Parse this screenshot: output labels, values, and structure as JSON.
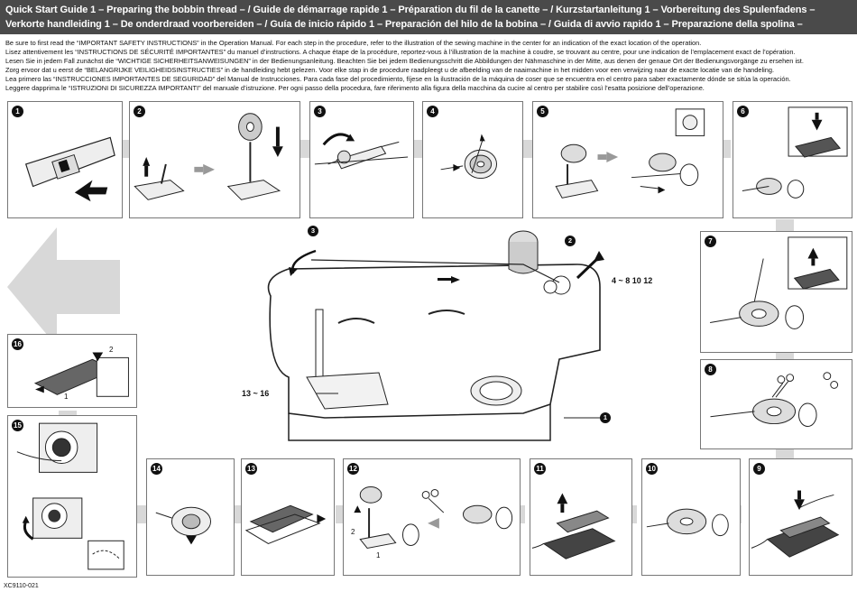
{
  "header": {
    "line1": "Quick Start Guide 1  – Preparing the bobbin thread – / Guide de démarrage rapide 1  – Préparation du fil de la canette – / Kurzstartanleitung 1  – Vorbereitung des Spulenfadens –",
    "line2": "Verkorte handleiding 1  – De onderdraad voorbereiden – / Guía de inicio rápido 1  – Preparación del hilo de la bobina – / Guida di avvio rapido 1  – Preparazione della spolina –"
  },
  "intro": [
    "Be sure to first read the “IMPORTANT SAFETY INSTRUCTIONS” in the Operation Manual. For each step in the procedure, refer to the illustration of the sewing machine in the center for an indication of the exact location of the operation.",
    "Lisez attentivement les “INSTRUCTIONS DE SÉCURITÉ IMPORTANTES” du manuel d’instructions. A chaque étape de la procédure, reportez-vous à l’illustration de la machine à coudre, se trouvant au centre, pour une indication de l’emplacement exact de l’opération.",
    "Lesen Sie in jedem Fall zunächst die “WICHTIGE SICHERHEITSANWEISUNGEN” in der Bedienungsanleitung. Beachten Sie bei jedem Bedienungsschritt die Abbildungen der Nähmaschine in der Mitte, aus denen der genaue Ort der Bedienungsvorgänge zu ersehen ist.",
    "Zorg ervoor dat u eerst de “BELANGRIJKE VEILIGHEIDSINSTRUCTIES” in de handleiding hebt gelezen. Voor elke stap in de procedure raadpleegt u de afbeelding van de naaimachine in het midden voor een verwijzing naar de exacte locatie van de handeling.",
    "Lea primero las “INSTRUCCIONES IMPORTANTES DE SEGURIDAD” del Manual de Instrucciones. Para cada fase del procedimiento, fíjese en la ilustración de la máquina de coser que se encuentra en el centro para saber exactamente dónde se sitúa la operación.",
    "Leggere dapprima le “ISTRUZIONI DI SICUREZZA IMPORTANTI” del manuale d’istruzione. Per ogni passo della procedura, fare riferimento alla figura della macchina da cucire al centro per stabilire così l’esatta posizione dell’operazione."
  ],
  "steps": [
    "1",
    "2",
    "3",
    "4",
    "5",
    "6",
    "7",
    "8",
    "9",
    "10",
    "11",
    "12",
    "13",
    "14",
    "15",
    "16"
  ],
  "callouts": {
    "c3": "3",
    "c2": "2",
    "c1": "1",
    "c4_range": "4 ~ 8 10 12",
    "c13_range": "13 ~ 16"
  },
  "step16_marks": {
    "a": "2",
    "b": "1"
  },
  "step12_marks": {
    "a": "2",
    "b": "1"
  },
  "footer": "XC9110-021"
}
